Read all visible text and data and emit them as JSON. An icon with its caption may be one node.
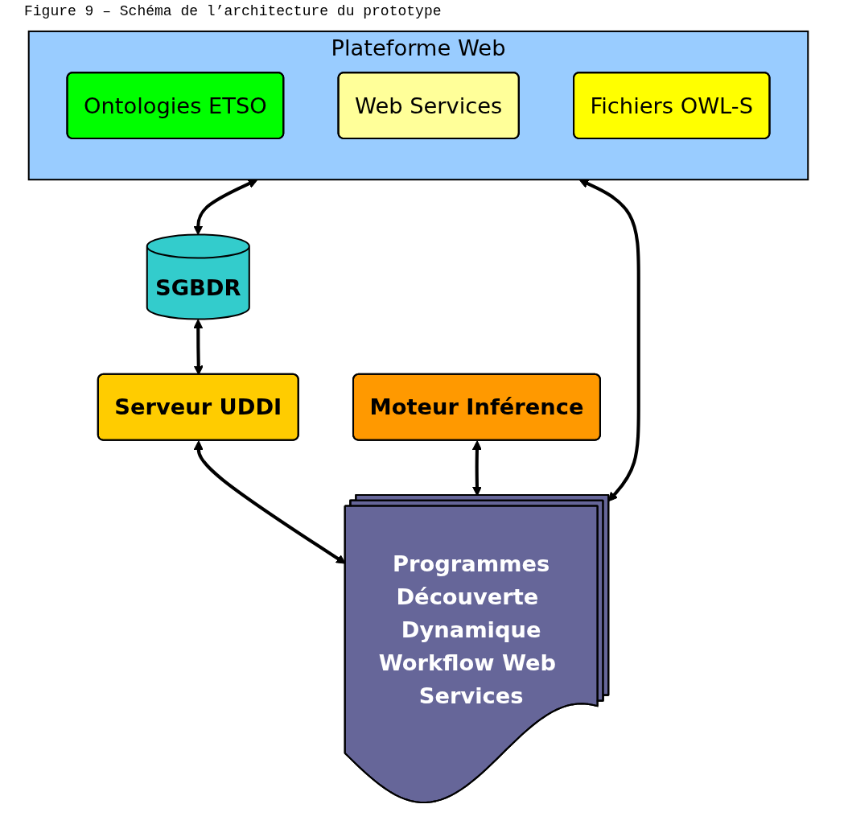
{
  "diagram": {
    "title": "Figure 9 – Schéma de l’architecture du prototype",
    "nodes": [
      {
        "text": [
          "Plateforme Web"
        ]
      },
      {
        "text": [
          "Ontologies ETSO"
        ],
        "in": 0
      },
      {
        "text": [
          "Web Services"
        ],
        "in": 0
      },
      {
        "text": [
          "Fichiers OWL-S"
        ],
        "in": 0
      },
      {
        "text": [
          "SGBDR"
        ]
      },
      {
        "text": [
          "Serveur UDDI"
        ]
      },
      {
        "text": [
          "Moteur Inférence"
        ]
      },
      {
        "text": [
          "Programmes",
          "Découverte Dynamique",
          "Workflow Web Services"
        ]
      }
    ],
    "edges": [
      {
        "from": 0,
        "to": 4,
        "arrow": "both"
      },
      {
        "from": 4,
        "to": 5,
        "arrow": "both"
      },
      {
        "from": 0,
        "to": 7,
        "arrow": "both"
      },
      {
        "from": 5,
        "to": 7,
        "arrow": "both"
      },
      {
        "from": 6,
        "to": 7,
        "arrow": "both"
      }
    ]
  }
}
